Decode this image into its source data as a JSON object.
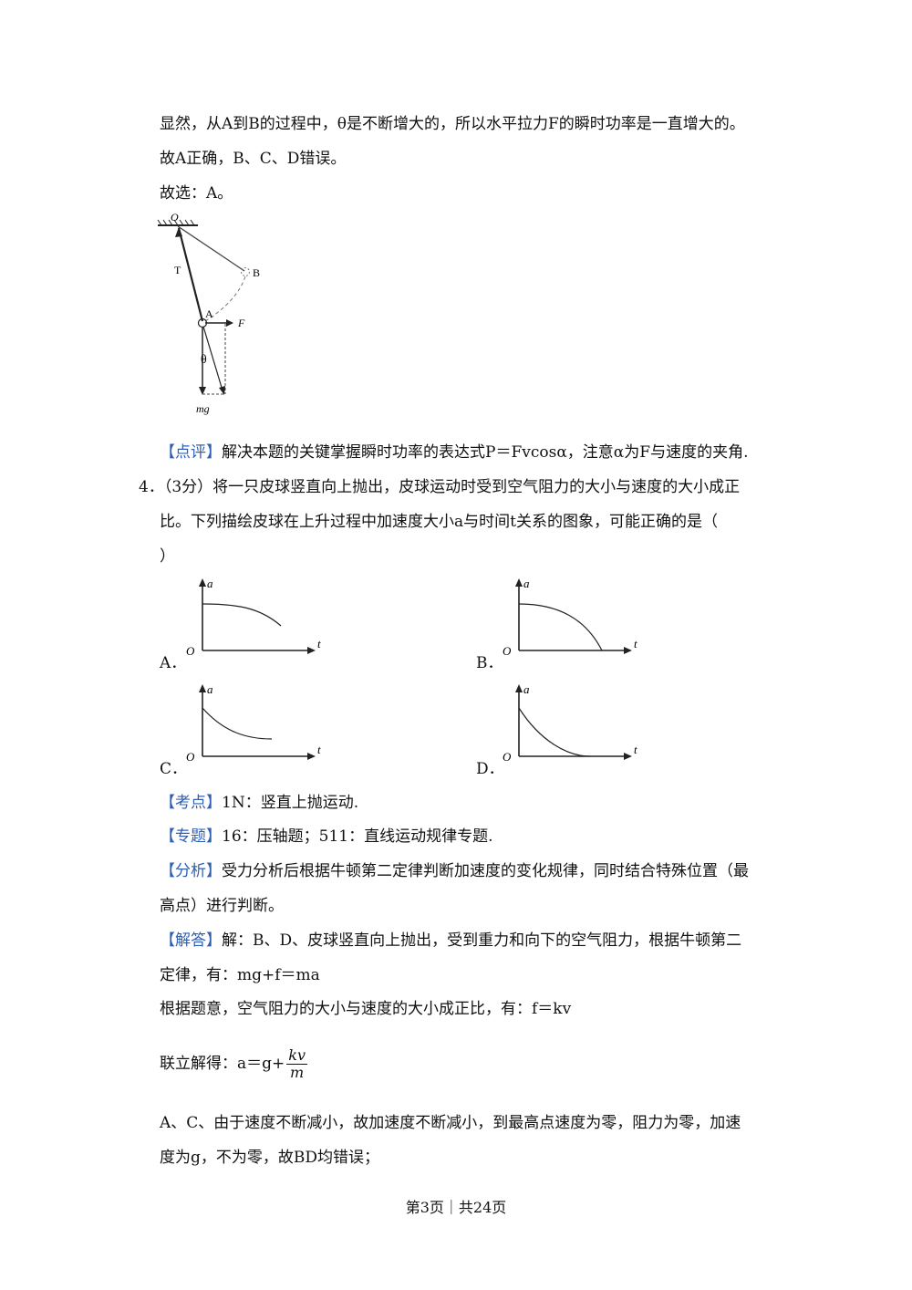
{
  "solution_prev": {
    "line1": "显然，从A到B的过程中，θ是不断增大的，所以水平拉力F的瞬时功率是一直增大的。",
    "line2": "故A正确，B、C、D错误。",
    "line3": "故选：A。"
  },
  "pendulum": {
    "label_o": "O",
    "label_t": "T",
    "label_b": "B",
    "label_a": "A",
    "label_f": "F",
    "label_theta": "θ",
    "label_mg": "mg"
  },
  "comment": {
    "tag": "【点评】",
    "text": "解决本题的关键掌握瞬时功率的表达式P＝Fvcosα，注意α为F与速度的夹角."
  },
  "question4": {
    "line1": "4．（3分）将一只皮球竖直向上抛出，皮球运动时受到空气阻力的大小与速度的大小成正",
    "line2": "比。下列描绘皮球在上升过程中加速度大小a与时间t关系的图象，可能正确的是（",
    "line3": "）",
    "options": [
      {
        "label": "A．",
        "axis_y": "a",
        "axis_x": "t",
        "origin": "O"
      },
      {
        "label": "B．",
        "axis_y": "a",
        "axis_x": "t",
        "origin": "O"
      },
      {
        "label": "C．",
        "axis_y": "a",
        "axis_x": "t",
        "origin": "O"
      },
      {
        "label": "D．",
        "axis_y": "a",
        "axis_x": "t",
        "origin": "O"
      }
    ]
  },
  "analysis": {
    "kaodian_tag": "【考点】",
    "kaodian_text": "1N：竖直上抛运动.",
    "zhuanti_tag": "【专题】",
    "zhuanti_text": "16：压轴题；511：直线运动规律专题.",
    "fenxi_tag": "【分析】",
    "fenxi_text1": "受力分析后根据牛顿第二定律判断加速度的变化规律，同时结合特殊位置（最",
    "fenxi_text2": "高点）进行判断。",
    "jieda_tag": "【解答】",
    "jieda_text1": "解：B、D、皮球竖直向上抛出，受到重力和向下的空气阻力，根据牛顿第二",
    "jieda_text2": "定律，有：mg+f＝ma",
    "jieda_text3": "根据题意，空气阻力的大小与速度的大小成正比，有：f＝kv",
    "jieda_text4": "联立解得：a＝g+",
    "frac_num": "kv",
    "frac_den": "m",
    "jieda_text5": "A、C、由于速度不断减小，故加速度不断减小，到最高点速度为零，阻力为零，加速",
    "jieda_text6": "度为g，不为零，故BD均错误；"
  },
  "footer": {
    "text": "第3页｜共24页"
  },
  "colors": {
    "tag": "#2f5fb3"
  }
}
